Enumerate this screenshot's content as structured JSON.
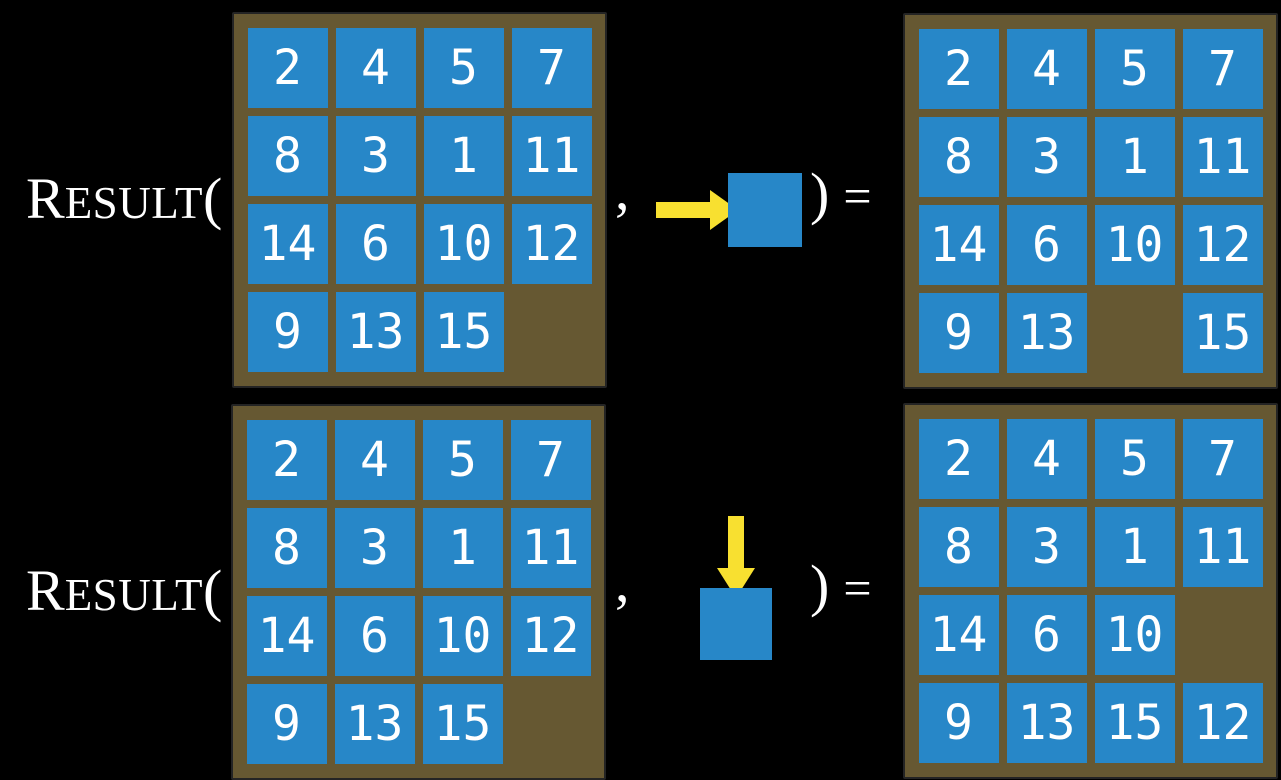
{
  "function_label": {
    "initial": "R",
    "small_caps": "ESULT",
    "open_paren": "("
  },
  "operators": {
    "comma": ",",
    "close_paren": ")",
    "equals": "="
  },
  "colors": {
    "tile_blue": "#2787c8",
    "frame_brown": "#665832",
    "arrow_yellow": "#f8e030",
    "background": "#000000",
    "text_white": "#ffffff"
  },
  "rows": [
    {
      "name": "slide-right-example",
      "move_icon": "arrow-right-into-tile",
      "input_grid": [
        [
          2,
          4,
          5,
          7
        ],
        [
          8,
          3,
          1,
          11
        ],
        [
          14,
          6,
          10,
          12
        ],
        [
          9,
          13,
          15,
          null
        ]
      ],
      "output_grid": [
        [
          2,
          4,
          5,
          7
        ],
        [
          8,
          3,
          1,
          11
        ],
        [
          14,
          6,
          10,
          12
        ],
        [
          9,
          13,
          null,
          15
        ]
      ]
    },
    {
      "name": "slide-down-example",
      "move_icon": "arrow-down-into-tile",
      "input_grid": [
        [
          2,
          4,
          5,
          7
        ],
        [
          8,
          3,
          1,
          11
        ],
        [
          14,
          6,
          10,
          12
        ],
        [
          9,
          13,
          15,
          null
        ]
      ],
      "output_grid": [
        [
          2,
          4,
          5,
          7
        ],
        [
          8,
          3,
          1,
          11
        ],
        [
          14,
          6,
          10,
          null
        ],
        [
          9,
          13,
          15,
          12
        ]
      ]
    }
  ]
}
